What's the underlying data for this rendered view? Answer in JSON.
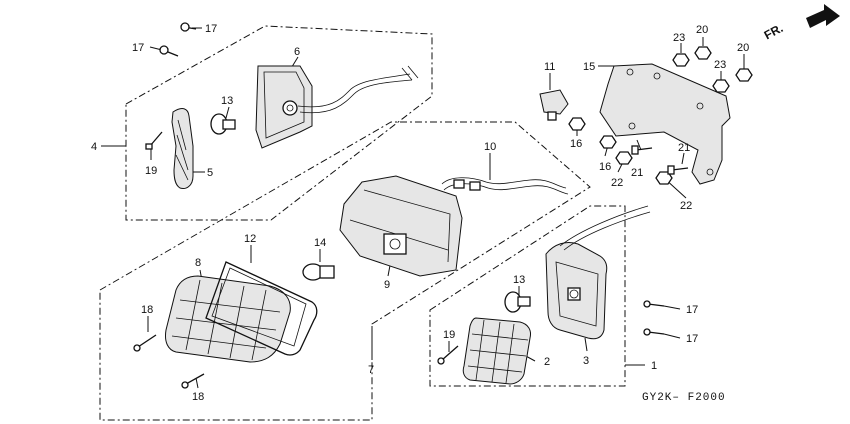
{
  "diagram": {
    "code": "GY2K– F2000",
    "direction_label": "FR.",
    "callouts": {
      "c1": "1",
      "c2": "2",
      "c3": "3",
      "c4": "4",
      "c5": "5",
      "c6": "6",
      "c7": "7",
      "c8": "8",
      "c9": "9",
      "c10": "10",
      "c11": "11",
      "c12": "12",
      "c13a": "13",
      "c13b": "13",
      "c14": "14",
      "c15": "15",
      "c16a": "16",
      "c16b": "16",
      "c17a": "17",
      "c17b": "17",
      "c17c": "17",
      "c17d": "17",
      "c18a": "18",
      "c18b": "18",
      "c19a": "19",
      "c19b": "19",
      "c20a": "20",
      "c20b": "20",
      "c21a": "21",
      "c21b": "21",
      "c22a": "22",
      "c22b": "22",
      "c23a": "23",
      "c23b": "23"
    }
  }
}
